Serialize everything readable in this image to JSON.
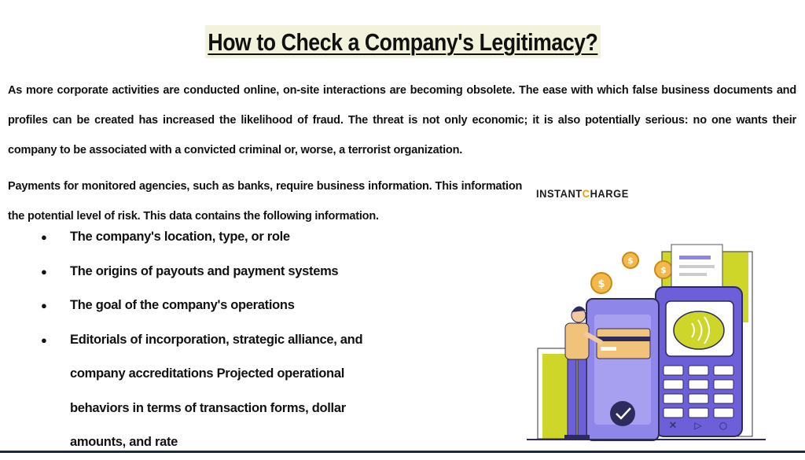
{
  "title": "How to Check a Company's Legitimacy?",
  "paragraphs": [
    "As more corporate activities are conducted online, on-site interactions are becoming obsolete. The ease with which false business documents and profiles can be created has increased the likelihood of fraud. The threat is not only economic; it is also potentially serious: no one wants their company to be associated with a convicted criminal or, worse, a terrorist organization.",
    "Payments for monitored agencies, such as banks, require business information. This information helps to understand the nature of the business and the potential level of risk. This data contains the following information."
  ],
  "bullets": [
    "The company's location, type, or role",
    "The origins of payouts and payment systems",
    "The goal of the company's operations",
    "Editorials of incorporation, strategic alliance, and company accreditations Projected operational behaviors in terms of transaction forms, dollar amounts, and rate"
  ],
  "logo": {
    "text_a": "INSTANT",
    "text_b": "C",
    "text_c": "HARGE"
  },
  "colors": {
    "accent_yellow": "#cfd62a",
    "purple": "#6c5fd8",
    "title_bg": "#f3f2dc"
  }
}
